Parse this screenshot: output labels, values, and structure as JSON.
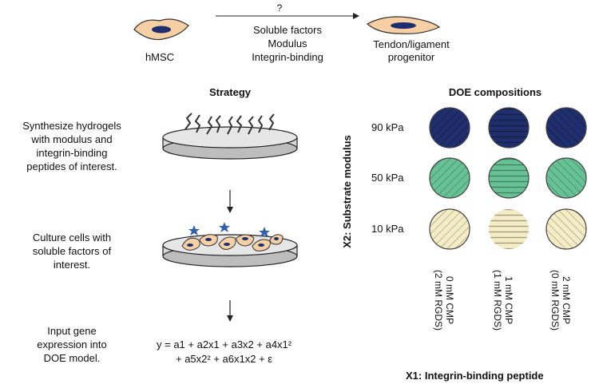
{
  "header": {
    "start_cell_label": "hMSC",
    "arrow_question": "?",
    "factors": [
      "Soluble factors",
      "Modulus",
      "Integrin-binding"
    ],
    "end_cell_label": [
      "Tendon/ligament",
      "progenitor"
    ]
  },
  "strategy": {
    "title": "Strategy",
    "steps": [
      [
        "Synthesize hydrogels",
        "with modulus and",
        "integrin-binding",
        "peptides of interest."
      ],
      [
        "Culture cells with",
        "soluble factors of",
        "interest."
      ],
      [
        "Input gene",
        "expression into",
        "DOE model."
      ]
    ],
    "equation_line1": "y = a1 + a2x1 + a3x2 + a4x1² ",
    "equation_line2": "+ a5x2²  +  a6x1x2 + ε"
  },
  "doe": {
    "title": "DOE compositions",
    "y_axis_label": "X2: Substrate modulus",
    "x_axis_label": "X1: Integrin-binding peptide",
    "rows": [
      "90 kPa",
      "50 kPa",
      "10 kPa"
    ],
    "columns": [
      [
        "0 mM CMP",
        "(2 mM RGDS)"
      ],
      [
        "1 mM CMP",
        "(1 mM RGDS)"
      ],
      [
        "2 mM CMP",
        "(0 mM RGDS)"
      ]
    ],
    "row_colors": [
      "#1f2f6e",
      "#66c294",
      "#f4ecc4"
    ]
  }
}
